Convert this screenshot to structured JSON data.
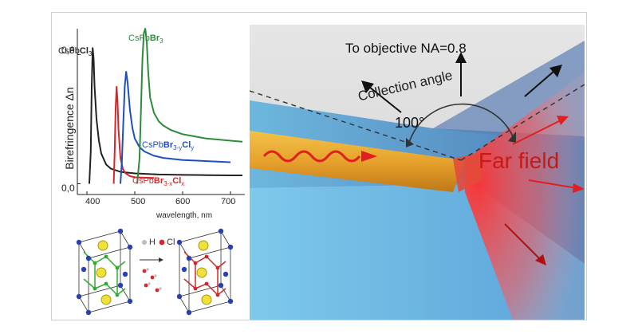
{
  "chart_data": {
    "type": "line",
    "xlabel": "wavelength, nm",
    "ylabel": "Birefringence Δn",
    "xlim": [
      380,
      730
    ],
    "ylim": [
      -0.05,
      0.72
    ],
    "xticks": [
      "400",
      "500",
      "600",
      "700"
    ],
    "yticks": [
      "0,0",
      "0,6"
    ],
    "series": [
      {
        "name": "CsPbCl3",
        "color": "#222222",
        "x": [
          405,
          408,
          410,
          412,
          414,
          416,
          420,
          425,
          430,
          440,
          450,
          470,
          500,
          550,
          600,
          650,
          700,
          725
        ],
        "y": [
          0.0,
          0.15,
          0.45,
          0.63,
          0.58,
          0.45,
          0.3,
          0.2,
          0.14,
          0.09,
          0.07,
          0.055,
          0.048,
          0.043,
          0.041,
          0.04,
          0.039,
          0.039
        ]
      },
      {
        "name": "CsPbBr3-xClx",
        "color": "#d62728",
        "x": [
          456,
          458,
          460,
          462,
          464,
          466,
          470,
          475,
          480,
          490,
          500,
          520,
          540
        ],
        "y": [
          0.0,
          0.15,
          0.35,
          0.45,
          0.38,
          0.25,
          0.12,
          0.07,
          0.05,
          0.035,
          0.03,
          0.028,
          0.027
        ]
      },
      {
        "name": "CsPbBr3-yCly",
        "color": "#1f4fbf",
        "x": [
          470,
          473,
          476,
          479,
          482,
          485,
          490,
          495,
          500,
          510,
          520,
          540,
          560,
          600,
          650,
          700
        ],
        "y": [
          0.0,
          0.1,
          0.28,
          0.45,
          0.52,
          0.47,
          0.34,
          0.26,
          0.21,
          0.17,
          0.15,
          0.13,
          0.12,
          0.11,
          0.105,
          0.1
        ]
      },
      {
        "name": "CsPbBr3",
        "color": "#2e8b3e",
        "x": [
          505,
          510,
          513,
          516,
          519,
          522,
          525,
          528,
          532,
          540,
          550,
          560,
          575,
          600,
          650,
          700,
          725
        ],
        "y": [
          0.0,
          0.12,
          0.35,
          0.58,
          0.7,
          0.72,
          0.66,
          0.52,
          0.4,
          0.33,
          0.29,
          0.27,
          0.25,
          0.23,
          0.21,
          0.2,
          0.195
        ]
      }
    ]
  },
  "crystal_legend": {
    "h": "H",
    "cl": "Cl"
  },
  "scene": {
    "objective_label": "To objective NA=0.8",
    "collection_label": "Collection angle",
    "angle_label": "100°",
    "farfield_label": "Far field"
  }
}
